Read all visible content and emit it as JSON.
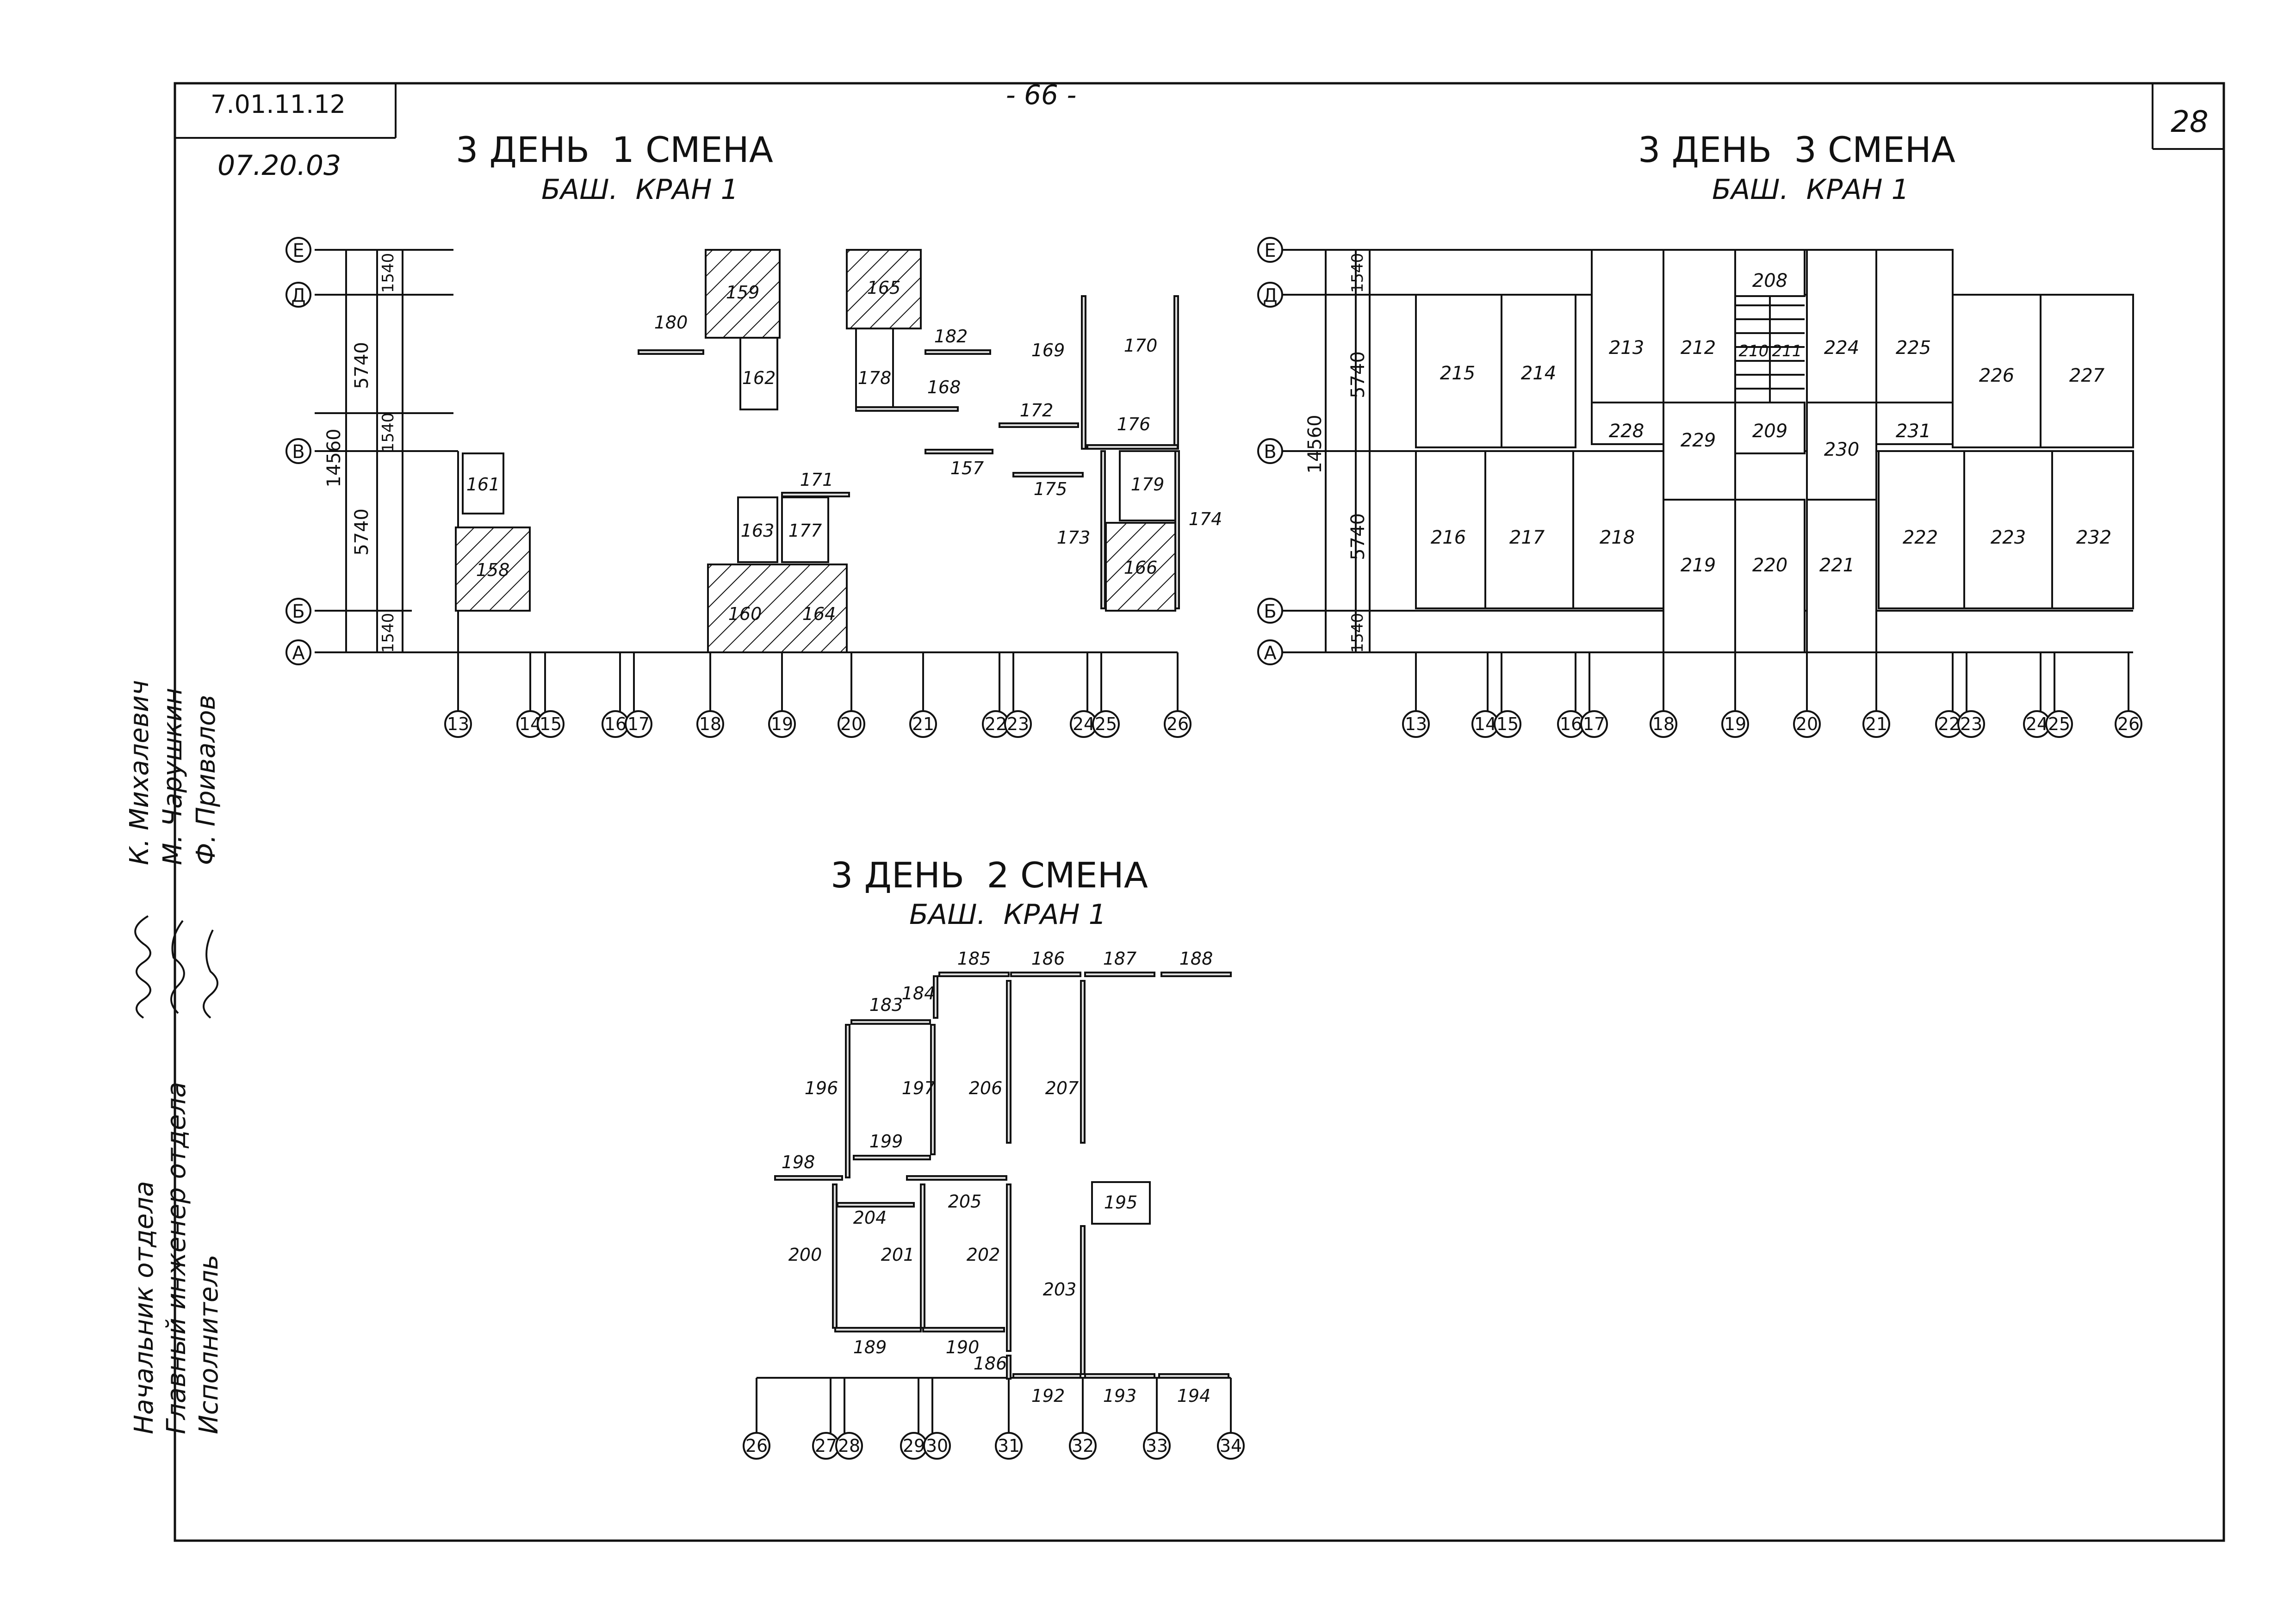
{
  "sheet": {
    "code": "7.01.11.12",
    "subcode": "07.20.03",
    "page_marker": "- 66 -",
    "sheet_number": "28"
  },
  "signatures": {
    "roles": [
      "Начальник отдела",
      "Главный инженер отдела",
      "Исполнитель"
    ],
    "names": [
      "К. Михалевич",
      "М. Чарушкин",
      "Ф. Привалов"
    ]
  },
  "panels": {
    "shift1": {
      "title": "3 ДЕНЬ  1 СМЕНА",
      "subtitle": "БАШ.  КРАН 1",
      "row_axes": [
        "Е",
        "Д",
        "В",
        "Б",
        "А"
      ],
      "dims": [
        "1540",
        "5740",
        "1540",
        "14560",
        "5740",
        "1540"
      ],
      "col_axes": [
        "13",
        "14",
        "15",
        "16",
        "17",
        "18",
        "19",
        "20",
        "21",
        "22",
        "23",
        "24",
        "25",
        "26"
      ],
      "elements": [
        "159",
        "165",
        "180",
        "182",
        "162",
        "178",
        "168",
        "169",
        "170",
        "172",
        "176",
        "157",
        "175",
        "161",
        "171",
        "163",
        "177",
        "179",
        "158",
        "173",
        "174",
        "166",
        "160",
        "164"
      ]
    },
    "shift3": {
      "title": "3 ДЕНЬ  3 СМЕНА",
      "subtitle": "БАШ.  КРАН 1",
      "row_axes": [
        "Е",
        "Д",
        "В",
        "Б",
        "А"
      ],
      "dims": [
        "1540",
        "5740",
        "14560",
        "5740",
        "1540"
      ],
      "col_axes": [
        "13",
        "14",
        "15",
        "16",
        "17",
        "18",
        "19",
        "20",
        "21",
        "22",
        "23",
        "24",
        "25",
        "26"
      ],
      "elements": [
        "208",
        "215",
        "214",
        "213",
        "212",
        "210",
        "211",
        "224",
        "225",
        "226",
        "227",
        "228",
        "229",
        "209",
        "230",
        "231",
        "216",
        "217",
        "218",
        "219",
        "220",
        "221",
        "222",
        "223",
        "232"
      ]
    },
    "shift2": {
      "title": "3 ДЕНЬ  2 СМЕНА",
      "subtitle": "БАШ.  КРАН 1",
      "col_axes": [
        "26",
        "27",
        "28",
        "29",
        "30",
        "31",
        "32",
        "33",
        "34"
      ],
      "elements": [
        "185",
        "186",
        "187",
        "188",
        "184",
        "183",
        "196",
        "197",
        "206",
        "207",
        "199",
        "198",
        "205",
        "195",
        "204",
        "200",
        "201",
        "202",
        "203",
        "189",
        "190",
        "186",
        "192",
        "193",
        "194"
      ]
    }
  }
}
